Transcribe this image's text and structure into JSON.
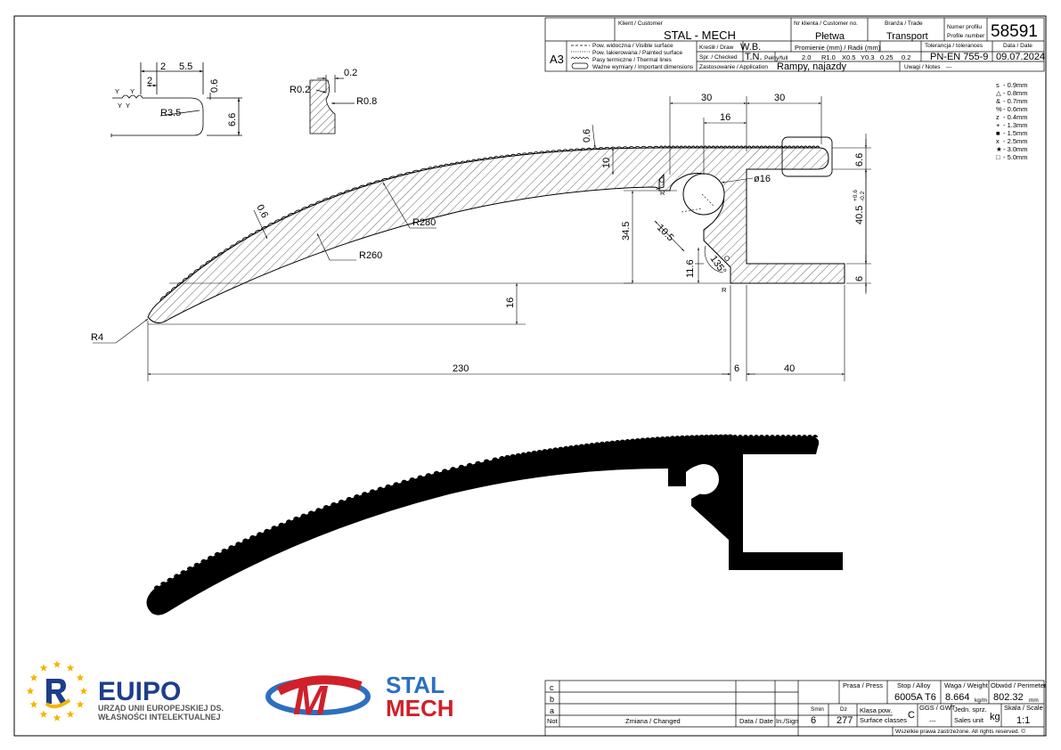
{
  "title_block": {
    "customer_label": "Klient / Customer",
    "customer": "STAL - MECH",
    "customer_no_label": "Nr klienta / Customer no.",
    "customer_no": "Płetwa",
    "trade_label": "Branża / Trade",
    "trade": "Transport",
    "profile_number_label_pl": "Numer profilu",
    "profile_number_label_en": "Profile number",
    "profile_number": "58591",
    "format": "A3",
    "legend_visible": "Pow. widoczna / Visible surface",
    "legend_painted": "Pow. lakierowana / Painted surface",
    "legend_thermal": "Pasy termiczne / Thermal lines",
    "legend_important": "Ważne wymiary / Important dimensions",
    "drawn_label": "Kreślił / Draw",
    "drawn": "W.B.",
    "checked_label": "Spr. / Checked",
    "checked": "T.N.",
    "radii_label": "Promienie (mm) / Radii (mm)",
    "full_label": "Pełny/full",
    "radius_values": [
      "2.0",
      "R1.0",
      "X0.5",
      "Y0.3",
      "0.25",
      "0.2"
    ],
    "tolerances_label": "Tolerancja / tolerances",
    "tolerances": "PN-EN 755-9",
    "date_label": "Data / Date",
    "date": "09.07.2024",
    "application_label": "Zastosowanie / Application",
    "application": "Rampy, najazdy",
    "notes_label": "Uwagi / Notes",
    "notes": "---"
  },
  "radius_legend": [
    {
      "symbol": "s",
      "value": "- 0.9mm"
    },
    {
      "symbol": "△",
      "value": "- 0.8mm"
    },
    {
      "symbol": "&",
      "value": "- 0.7mm"
    },
    {
      "symbol": "%",
      "value": "- 0.6mm"
    },
    {
      "symbol": "z",
      "value": "- 0.4mm"
    },
    {
      "symbol": "+",
      "value": "- 1.3mm"
    },
    {
      "symbol": "■",
      "value": "- 1.5mm"
    },
    {
      "symbol": "x",
      "value": "- 2.5mm"
    },
    {
      "symbol": "★",
      "value": "- 3.0mm"
    },
    {
      "symbol": "□",
      "value": "- 5.0mm"
    }
  ],
  "dimensions": {
    "d_2a": "2",
    "d_55": "5.5",
    "d_2b": "2",
    "d_06a": "0.6",
    "d_r35": "R3.5",
    "d_66a": "6.6",
    "y_marks": "Y",
    "d_02": "0.2",
    "d_r02": "R0.2",
    "d_r08": "R0.8",
    "d_30a": "30",
    "d_30b": "30",
    "d_16": "16",
    "d_06b": "0.6",
    "d_10": "10",
    "d_66b": "6.6",
    "d_phi16": "ø16",
    "d_405": "40.5",
    "d_405_tol_up": "+0.6",
    "d_405_tol_dn": "-0.2",
    "d_r280": "R280",
    "d_r260": "R260",
    "d_06c": "0.6",
    "d_345": "34.5",
    "d_105": "10.5",
    "d_135": "135°",
    "d_116": "11.6",
    "d_6a": "6",
    "d_16b": "16",
    "d_r4": "R4",
    "d_230": "230",
    "d_6b": "6",
    "d_40": "40",
    "r_mark": "R"
  },
  "revision_block": {
    "rows": [
      "c",
      "b",
      "a"
    ],
    "not_label": "Not",
    "change_label": "Zmiana / Changed",
    "date_label": "Data / Date",
    "sign_label": "In./Sign",
    "press_label": "Prasa / Press",
    "alloy_label": "Stop / Alloy",
    "alloy": "6005A T6",
    "weight_label": "Waga / Weight",
    "weight": "8.664",
    "weight_unit": "kg/m",
    "perimeter_label": "Obwód / Perimeter",
    "perimeter": "802.32",
    "perimeter_unit": "mm",
    "smin_label": "Smin",
    "smin": "6",
    "dz_label": "Dz",
    "dz": "277",
    "surface_class_label_pl": "Klasa pow.",
    "surface_class_label_en": "Surface classes",
    "surface_class": "C",
    "ggs_label": "GGS / GWT",
    "ggs": "---",
    "sales_unit_label_pl": "Jedn. sprz.",
    "sales_unit_label_en": "Sales unit",
    "sales_unit": "kg",
    "scale_label": "Skala / Scale",
    "scale": "1:1",
    "copyright": "Wszelkie prawa zastrzeżone. All rights reserved. ©"
  },
  "logos": {
    "euipo_word": "EUIPO",
    "euipo_line1": "URZĄD UNII EUROPEJSKIEJ DS.",
    "euipo_line2": "WŁASNOŚCI INTELEKTUALNEJ",
    "stal_mech_line1": "STAL",
    "stal_mech_line2": "MECH",
    "stal_mech_emblem": "M"
  },
  "colors": {
    "line": "#000000",
    "euipo_blue": "#1d3e8a",
    "euipo_gold": "#f2b600",
    "stal_red": "#d0202a",
    "stal_blue": "#2d6fc0"
  }
}
